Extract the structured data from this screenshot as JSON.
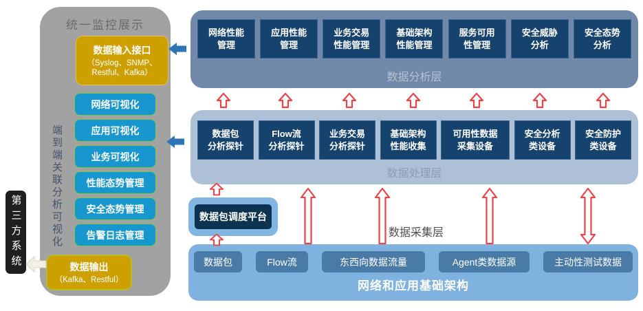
{
  "third_party": {
    "label": "第三方系统"
  },
  "monitor_panel": {
    "title": "统一监控展示",
    "vertical_label": "端到端关联分析可视化",
    "data_input": {
      "title": "数据输入接口",
      "subtitle": "（Syslog、SNMP、\nRestful、Kafka）"
    },
    "modules": [
      "网络可视化",
      "应用可视化",
      "业务可视化",
      "性能态势管理",
      "安全态势管理",
      "告警日志管理"
    ],
    "data_output": {
      "title": "数据输出",
      "subtitle": "（Kafka、Restful）"
    }
  },
  "analysis_layer": {
    "label": "数据分析层",
    "boxes": [
      "网络性能\n管理",
      "应用性能\n管理",
      "业务交易\n性能管理",
      "基础架构\n性能管理",
      "服务可用\n性管理",
      "安全威胁\n分析",
      "安全态势\n分析"
    ]
  },
  "processing_layer": {
    "label": "数据处理层",
    "boxes": [
      {
        "label": "数据包\n分析探针",
        "w": 82
      },
      {
        "label": "Flow流\n分析探针",
        "w": 82
      },
      {
        "label": "业务交易\n分析探针",
        "w": 82
      },
      {
        "label": "基础架构\n性能收集",
        "w": 82
      },
      {
        "label": "可用性数据\n采集设备",
        "w": 100
      },
      {
        "label": "安全分析\n类设备",
        "w": 82
      },
      {
        "label": "安全防护\n类设备",
        "w": 82
      }
    ]
  },
  "collection_layer": {
    "label": "数据采集层",
    "scheduler": "数据包调度平台"
  },
  "infrastructure_layer": {
    "label": "网络和应用基础架构",
    "boxes": [
      {
        "label": "数据包",
        "w": 70
      },
      {
        "label": "Flow流",
        "w": 76
      },
      {
        "label": "东西向数据流量",
        "w": 150
      },
      {
        "label": "Agent类数据源",
        "w": 132
      },
      {
        "label": "主动性测试数据",
        "w": 130
      }
    ]
  },
  "colors": {
    "panel_gray": "#a2a2a2",
    "gold": "#cda000",
    "module_teal": "#1797cd",
    "module_border_green": "#86c440",
    "analysis_bg": "#7089a9",
    "processing_bg": "#aec0d6",
    "infra_bg": "#7fb2de",
    "navy_box": "#16436e",
    "infra_box": "#4a7ba6",
    "scheduler_box": "#0c3350",
    "arrow_red": "#e7444c",
    "arrow_blue": "#2e75b6",
    "arrow_ivory": "#f2f0e5"
  }
}
